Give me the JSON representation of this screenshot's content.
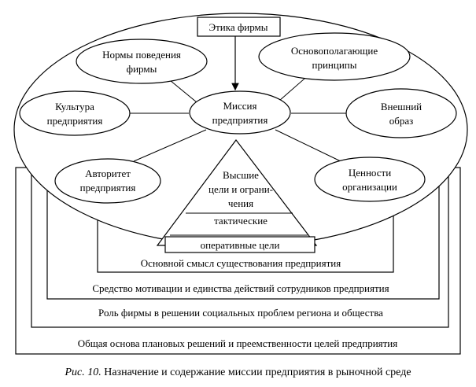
{
  "title_box": "Этика фирмы",
  "center": [
    "Миссия",
    "предприятия"
  ],
  "nodes": {
    "norms": [
      "Нормы поведения",
      "фирмы"
    ],
    "principles": [
      "Основополагающие",
      "принципы"
    ],
    "culture": [
      "Культура",
      "предприятия"
    ],
    "image": [
      "Внешний",
      "образ"
    ],
    "authority": [
      "Авторитет",
      "предприятия"
    ],
    "values": [
      "Ценности",
      "организации"
    ]
  },
  "pyramid": {
    "top": [
      "Высшие",
      "цели и ограни-",
      "чения"
    ],
    "tactical": "тактические",
    "operational": "оперативные цели"
  },
  "frames": {
    "f1": "Основной смысл существования предприятия",
    "f2": "Средство мотивации и единства действий сотрудников предприятия",
    "f3": "Роль фирмы в решении социальных проблем региона и общества",
    "f4": "Общая основа плановых решений и преемственности целей предприятия"
  },
  "caption": {
    "fig": "Рис. 10.",
    "text": "Назначение и содержание миссии предприятия в рыночной среде"
  }
}
